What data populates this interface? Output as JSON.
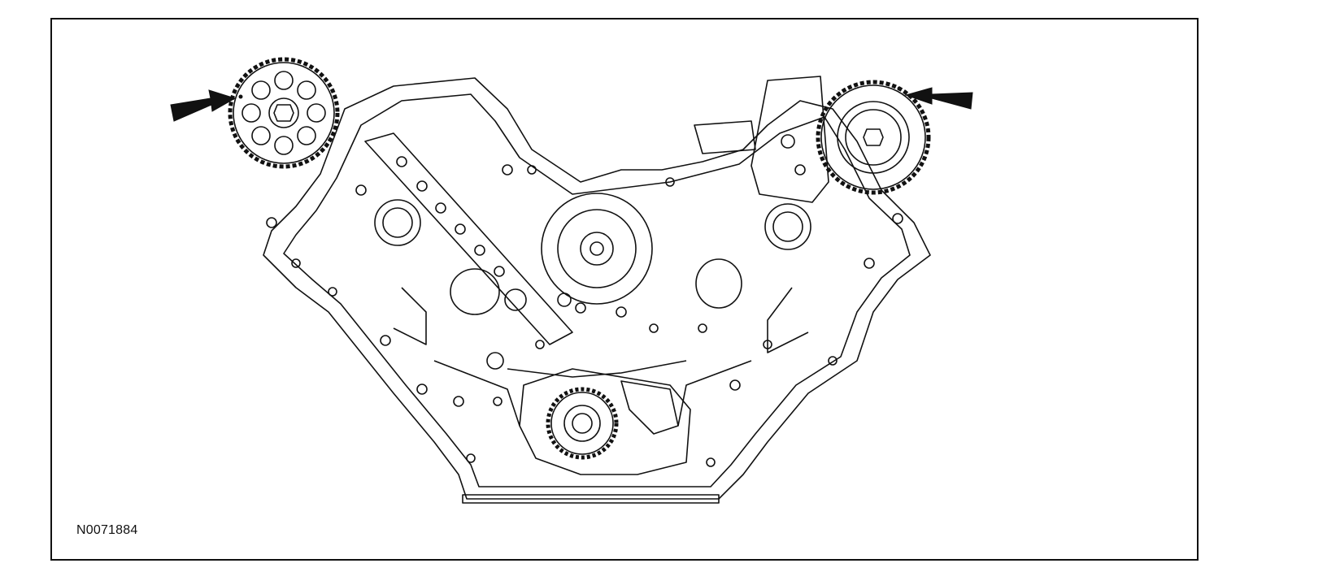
{
  "figure": {
    "id": "N0071884"
  },
  "diagram": {
    "parts": [
      "left-camshaft-sprocket",
      "right-camshaft-sprocket",
      "crankshaft-sprocket",
      "engine-front-cover"
    ],
    "arrows": [
      "left-timing-mark-arrow",
      "right-timing-mark-arrow"
    ]
  },
  "colors": {
    "line": "#111111",
    "background": "#ffffff"
  }
}
